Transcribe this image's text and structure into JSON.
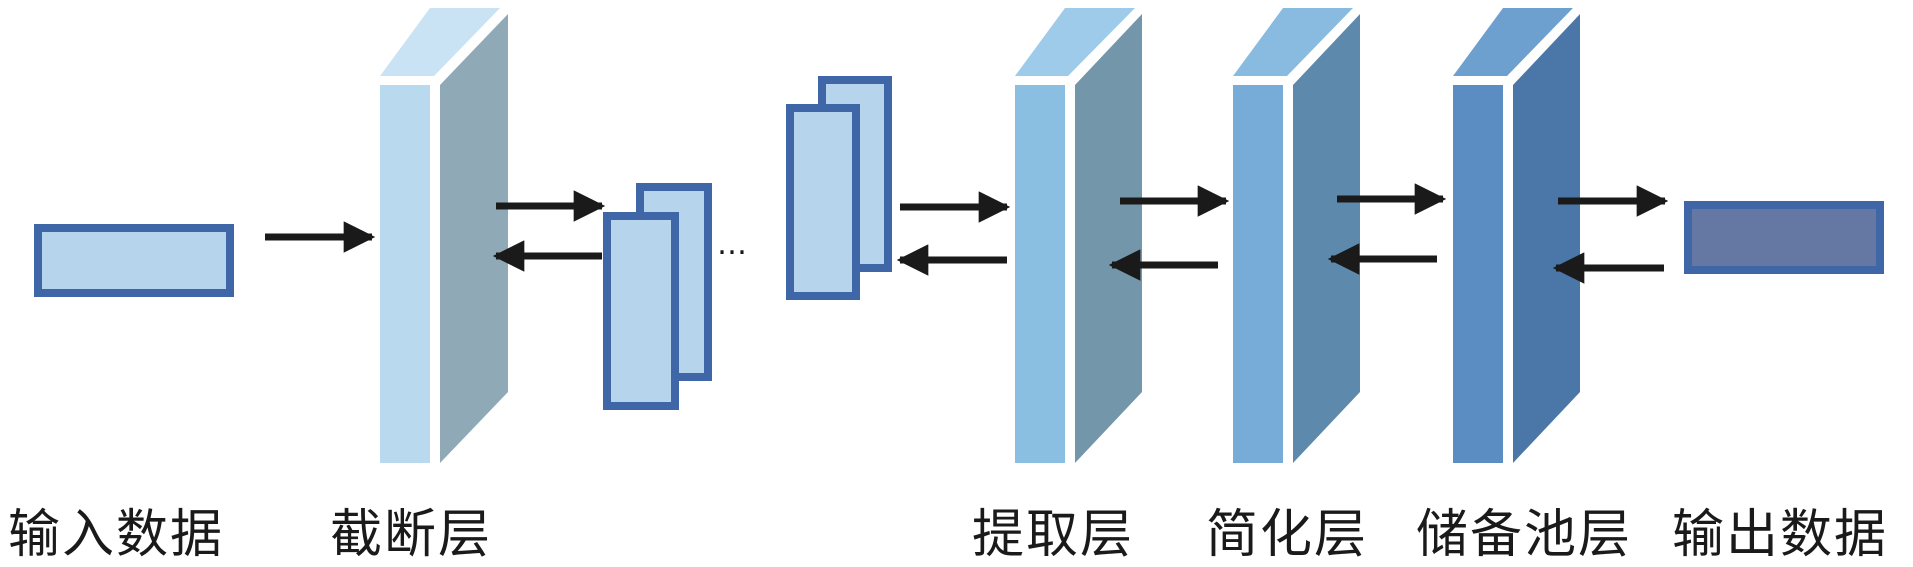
{
  "labels": {
    "input": "输入数据",
    "truncation": "截断层",
    "extraction": "提取层",
    "simplification": "简化层",
    "reservoir": "储备池层",
    "output": "输出数据"
  },
  "ellipsis": "…",
  "colors": {
    "box_fill": "#b6d5ec",
    "box_border": "#3f67a8",
    "output_fill": "#6577a3",
    "arrow": "#1a1a1a",
    "layers": {
      "truncation": {
        "front": "#b9d9ee",
        "side": "#90a9b6",
        "top": "#c9e2f4"
      },
      "extraction": {
        "front": "#8bbfe2",
        "side": "#7396aa",
        "top": "#9ecbe9"
      },
      "simplification": {
        "front": "#77acd8",
        "side": "#5d89ad",
        "top": "#89badf"
      },
      "reservoir": {
        "front": "#5b8cc2",
        "side": "#4a76a8",
        "top": "#6ea0cf"
      }
    }
  }
}
